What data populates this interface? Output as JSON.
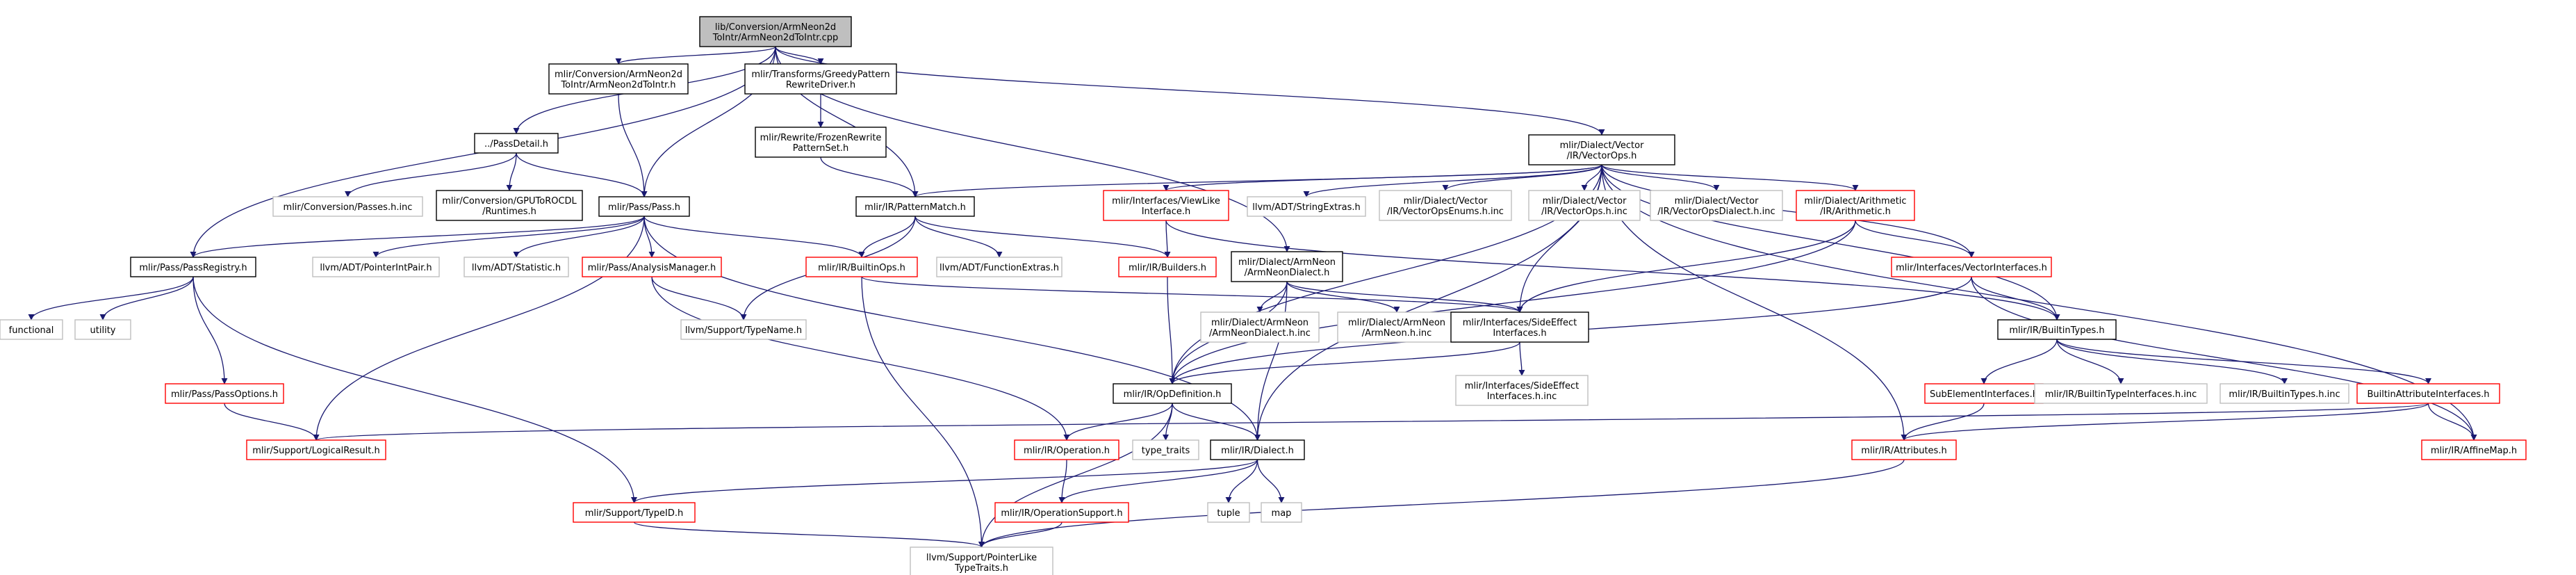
{
  "colors": {
    "edge": "#191970",
    "root_fill": "#bfbfbf",
    "root_stroke": "#000000",
    "documented_stroke": "#000000",
    "linked_stroke": "#ff0000",
    "external_stroke": "#bfbfbf",
    "background": "#ffffff"
  },
  "nodes": [
    {
      "id": "root",
      "label": [
        "lib/Conversion/ArmNeon2d",
        "ToIntr/ArmNeon2dToIntr.cpp"
      ],
      "style": "root"
    },
    {
      "id": "passdetail",
      "label": [
        "../PassDetail.h"
      ],
      "style": "documented"
    },
    {
      "id": "armneon2dtointr",
      "label": [
        "mlir/Conversion/ArmNeon2d",
        "ToIntr/ArmNeon2dToIntr.h"
      ],
      "style": "documented"
    },
    {
      "id": "greedy",
      "label": [
        "mlir/Transforms/GreedyPattern",
        "RewriteDriver.h"
      ],
      "style": "documented"
    },
    {
      "id": "frozen",
      "label": [
        "mlir/Rewrite/FrozenRewrite",
        "PatternSet.h"
      ],
      "style": "documented"
    },
    {
      "id": "vectorops",
      "label": [
        "mlir/Dialect/Vector",
        "/IR/VectorOps.h"
      ],
      "style": "documented"
    },
    {
      "id": "passes_inc",
      "label": [
        "mlir/Conversion/Passes.h.inc"
      ],
      "style": "external"
    },
    {
      "id": "gputorocdl",
      "label": [
        "mlir/Conversion/GPUToROCDL",
        "/Runtimes.h"
      ],
      "style": "documented"
    },
    {
      "id": "pass",
      "label": [
        "mlir/Pass/Pass.h"
      ],
      "style": "documented"
    },
    {
      "id": "patternmatch",
      "label": [
        "mlir/IR/PatternMatch.h"
      ],
      "style": "documented"
    },
    {
      "id": "viewlike",
      "label": [
        "mlir/Interfaces/ViewLike",
        "Interface.h"
      ],
      "style": "linked"
    },
    {
      "id": "stringextras",
      "label": [
        "llvm/ADT/StringExtras.h"
      ],
      "style": "external"
    },
    {
      "id": "vectoropsenums",
      "label": [
        "mlir/Dialect/Vector",
        "/IR/VectorOpsEnums.h.inc"
      ],
      "style": "external"
    },
    {
      "id": "vectorops_inc",
      "label": [
        "mlir/Dialect/Vector",
        "/IR/VectorOps.h.inc"
      ],
      "style": "external"
    },
    {
      "id": "vectoropsdialect_inc",
      "label": [
        "mlir/Dialect/Vector",
        "/IR/VectorOpsDialect.h.inc"
      ],
      "style": "external"
    },
    {
      "id": "arithmetic",
      "label": [
        "mlir/Dialect/Arithmetic",
        "/IR/Arithmetic.h"
      ],
      "style": "linked"
    },
    {
      "id": "passregistry",
      "label": [
        "mlir/Pass/PassRegistry.h"
      ],
      "style": "documented"
    },
    {
      "id": "pointerintpair",
      "label": [
        "llvm/ADT/PointerIntPair.h"
      ],
      "style": "external"
    },
    {
      "id": "statistic",
      "label": [
        "llvm/ADT/Statistic.h"
      ],
      "style": "external"
    },
    {
      "id": "analysismanager",
      "label": [
        "mlir/Pass/AnalysisManager.h"
      ],
      "style": "linked"
    },
    {
      "id": "builtinops",
      "label": [
        "mlir/IR/BuiltinOps.h"
      ],
      "style": "linked"
    },
    {
      "id": "functionextras",
      "label": [
        "llvm/ADT/FunctionExtras.h"
      ],
      "style": "external"
    },
    {
      "id": "builders",
      "label": [
        "mlir/IR/Builders.h"
      ],
      "style": "linked"
    },
    {
      "id": "armneondialect",
      "label": [
        "mlir/Dialect/ArmNeon",
        "/ArmNeonDialect.h"
      ],
      "style": "documented"
    },
    {
      "id": "vectorinterfaces",
      "label": [
        "mlir/Interfaces/VectorInterfaces.h"
      ],
      "style": "linked"
    },
    {
      "id": "functional",
      "label": [
        "functional"
      ],
      "style": "external"
    },
    {
      "id": "utility",
      "label": [
        "utility"
      ],
      "style": "external"
    },
    {
      "id": "typename",
      "label": [
        "llvm/Support/TypeName.h"
      ],
      "style": "external"
    },
    {
      "id": "armneondialect_inc",
      "label": [
        "mlir/Dialect/ArmNeon",
        "/ArmNeonDialect.h.inc"
      ],
      "style": "external"
    },
    {
      "id": "armneon_inc",
      "label": [
        "mlir/Dialect/ArmNeon",
        "/ArmNeon.h.inc"
      ],
      "style": "external"
    },
    {
      "id": "sideeffect",
      "label": [
        "mlir/Interfaces/SideEffect",
        "Interfaces.h"
      ],
      "style": "documented"
    },
    {
      "id": "builtintypes",
      "label": [
        "mlir/IR/BuiltinTypes.h"
      ],
      "style": "documented"
    },
    {
      "id": "passoptions",
      "label": [
        "mlir/Pass/PassOptions.h"
      ],
      "style": "linked"
    },
    {
      "id": "opdefinition",
      "label": [
        "mlir/IR/OpDefinition.h"
      ],
      "style": "documented"
    },
    {
      "id": "sideeffect_inc",
      "label": [
        "mlir/Interfaces/SideEffect",
        "Interfaces.h.inc"
      ],
      "style": "external"
    },
    {
      "id": "subelement",
      "label": [
        "SubElementInterfaces.h"
      ],
      "style": "linked"
    },
    {
      "id": "builtintypeinterfaces_inc",
      "label": [
        "mlir/IR/BuiltinTypeInterfaces.h.inc"
      ],
      "style": "external"
    },
    {
      "id": "builtintypes_inc",
      "label": [
        "mlir/IR/BuiltinTypes.h.inc"
      ],
      "style": "external"
    },
    {
      "id": "builtinattributeinterfaces",
      "label": [
        "BuiltinAttributeInterfaces.h"
      ],
      "style": "linked"
    },
    {
      "id": "logicalresult",
      "label": [
        "mlir/Support/LogicalResult.h"
      ],
      "style": "linked"
    },
    {
      "id": "operation",
      "label": [
        "mlir/IR/Operation.h"
      ],
      "style": "linked"
    },
    {
      "id": "type_traits",
      "label": [
        "type_traits"
      ],
      "style": "external"
    },
    {
      "id": "dialect",
      "label": [
        "mlir/IR/Dialect.h"
      ],
      "style": "documented"
    },
    {
      "id": "attributes",
      "label": [
        "mlir/IR/Attributes.h"
      ],
      "style": "linked"
    },
    {
      "id": "affinemap",
      "label": [
        "mlir/IR/AffineMap.h"
      ],
      "style": "linked"
    },
    {
      "id": "typeid",
      "label": [
        "mlir/Support/TypeID.h"
      ],
      "style": "linked"
    },
    {
      "id": "operationsupport",
      "label": [
        "mlir/IR/OperationSupport.h"
      ],
      "style": "linked"
    },
    {
      "id": "tuple",
      "label": [
        "tuple"
      ],
      "style": "external"
    },
    {
      "id": "map",
      "label": [
        "map"
      ],
      "style": "external"
    },
    {
      "id": "pointerliketypetraits",
      "label": [
        "llvm/Support/PointerLike",
        "TypeTraits.h"
      ],
      "style": "external"
    }
  ],
  "edges": [
    [
      "root",
      "passdetail"
    ],
    [
      "root",
      "armneon2dtointr"
    ],
    [
      "root",
      "greedy"
    ],
    [
      "root",
      "vectorops"
    ],
    [
      "root",
      "passregistry"
    ],
    [
      "root",
      "pass"
    ],
    [
      "root",
      "patternmatch"
    ],
    [
      "root",
      "armneondialect"
    ],
    [
      "passdetail",
      "passes_inc"
    ],
    [
      "passdetail",
      "gputorocdl"
    ],
    [
      "passdetail",
      "pass"
    ],
    [
      "armneon2dtointr",
      "pass"
    ],
    [
      "greedy",
      "frozen"
    ],
    [
      "frozen",
      "patternmatch"
    ],
    [
      "vectorops",
      "patternmatch"
    ],
    [
      "vectorops",
      "viewlike"
    ],
    [
      "vectorops",
      "stringextras"
    ],
    [
      "vectorops",
      "vectoropsenums"
    ],
    [
      "vectorops",
      "vectorops_inc"
    ],
    [
      "vectorops",
      "vectoropsdialect_inc"
    ],
    [
      "vectorops",
      "arithmetic"
    ],
    [
      "vectorops",
      "vectorinterfaces"
    ],
    [
      "vectorops",
      "builtintypes"
    ],
    [
      "vectorops",
      "sideeffect"
    ],
    [
      "vectorops",
      "opdefinition"
    ],
    [
      "vectorops",
      "dialect"
    ],
    [
      "vectorops",
      "attributes"
    ],
    [
      "vectorops",
      "affinemap"
    ],
    [
      "pass",
      "passregistry"
    ],
    [
      "pass",
      "pointerintpair"
    ],
    [
      "pass",
      "statistic"
    ],
    [
      "pass",
      "analysismanager"
    ],
    [
      "pass",
      "builtinops"
    ],
    [
      "pass",
      "logicalresult"
    ],
    [
      "pass",
      "dialect"
    ],
    [
      "patternmatch",
      "builders"
    ],
    [
      "patternmatch",
      "functionextras"
    ],
    [
      "patternmatch",
      "builtinops"
    ],
    [
      "patternmatch",
      "typename"
    ],
    [
      "viewlike",
      "builders"
    ],
    [
      "viewlike",
      "builtintypes"
    ],
    [
      "arithmetic",
      "sideeffect"
    ],
    [
      "arithmetic",
      "vectorinterfaces"
    ],
    [
      "arithmetic",
      "opdefinition"
    ],
    [
      "passregistry",
      "functional"
    ],
    [
      "passregistry",
      "utility"
    ],
    [
      "passregistry",
      "passoptions"
    ],
    [
      "passregistry",
      "typeid"
    ],
    [
      "analysismanager",
      "typename"
    ],
    [
      "analysismanager",
      "operation"
    ],
    [
      "builtinops",
      "sideeffect"
    ],
    [
      "builtinops",
      "pointerliketypetraits"
    ],
    [
      "builders",
      "opdefinition"
    ],
    [
      "armneondialect",
      "armneondialect_inc"
    ],
    [
      "armneondialect",
      "armneon_inc"
    ],
    [
      "armneondialect",
      "sideeffect"
    ],
    [
      "armneondialect",
      "opdefinition"
    ],
    [
      "armneondialect",
      "dialect"
    ],
    [
      "vectorinterfaces",
      "builtintypes"
    ],
    [
      "vectorinterfaces",
      "opdefinition"
    ],
    [
      "vectorinterfaces",
      "affinemap"
    ],
    [
      "sideeffect",
      "opdefinition"
    ],
    [
      "sideeffect",
      "sideeffect_inc"
    ],
    [
      "builtintypes",
      "subelement"
    ],
    [
      "builtintypes",
      "builtintypeinterfaces_inc"
    ],
    [
      "builtintypes",
      "builtintypes_inc"
    ],
    [
      "builtintypes",
      "builtinattributeinterfaces"
    ],
    [
      "passoptions",
      "logicalresult"
    ],
    [
      "opdefinition",
      "operation"
    ],
    [
      "opdefinition",
      "type_traits"
    ],
    [
      "opdefinition",
      "dialect"
    ],
    [
      "opdefinition",
      "pointerliketypetraits"
    ],
    [
      "subelement",
      "attributes"
    ],
    [
      "builtinattributeinterfaces",
      "attributes"
    ],
    [
      "builtinattributeinterfaces",
      "affinemap"
    ],
    [
      "builtinattributeinterfaces",
      "logicalresult"
    ],
    [
      "operation",
      "operationsupport"
    ],
    [
      "dialect",
      "typeid"
    ],
    [
      "dialect",
      "operationsupport"
    ],
    [
      "dialect",
      "tuple"
    ],
    [
      "dialect",
      "map"
    ],
    [
      "attributes",
      "pointerliketypetraits"
    ],
    [
      "operationsupport",
      "pointerliketypetraits"
    ],
    [
      "typeid",
      "pointerliketypetraits"
    ]
  ]
}
